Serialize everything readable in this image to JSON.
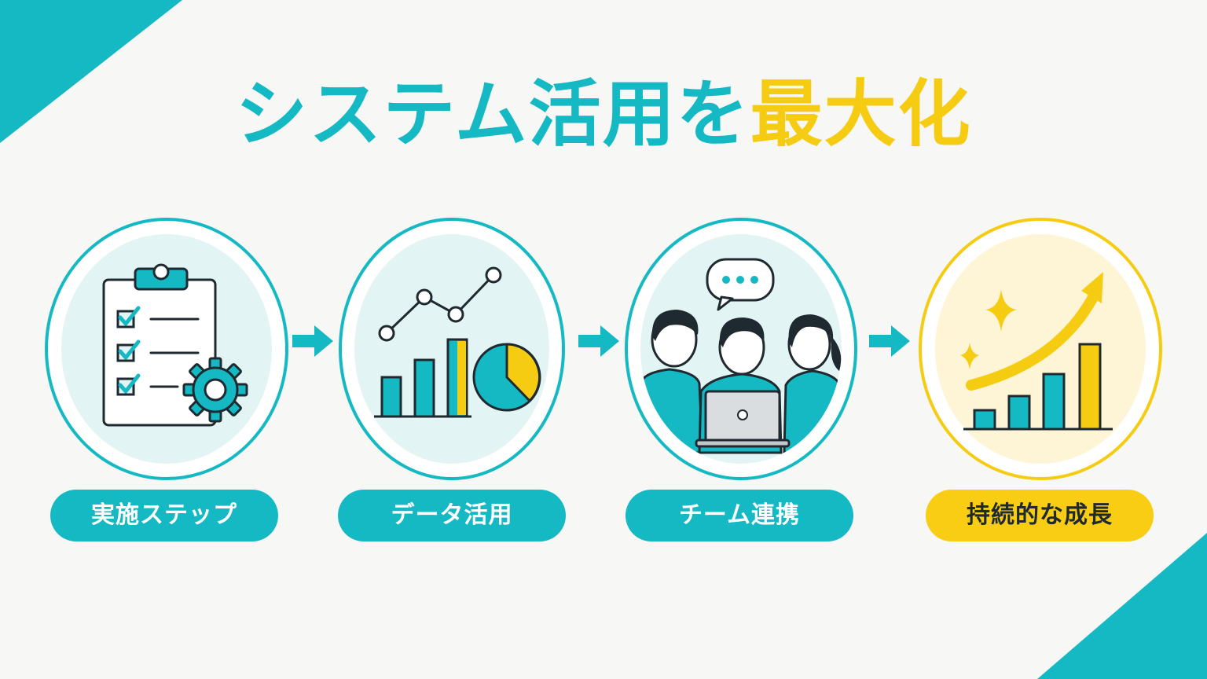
{
  "title": {
    "main": "システム活用を",
    "accent": "最大化"
  },
  "steps": [
    {
      "label": "実施ステップ",
      "icon": "clipboard-gear-icon"
    },
    {
      "label": "データ活用",
      "icon": "data-charts-icon"
    },
    {
      "label": "チーム連携",
      "icon": "team-collaboration-icon"
    },
    {
      "label": "持続的な成長",
      "icon": "growth-chart-icon"
    }
  ],
  "colors": {
    "teal": "#14b9c4",
    "yellow": "#f6cc12",
    "outline": "#1f2a30",
    "background": "#f7f7f5"
  }
}
